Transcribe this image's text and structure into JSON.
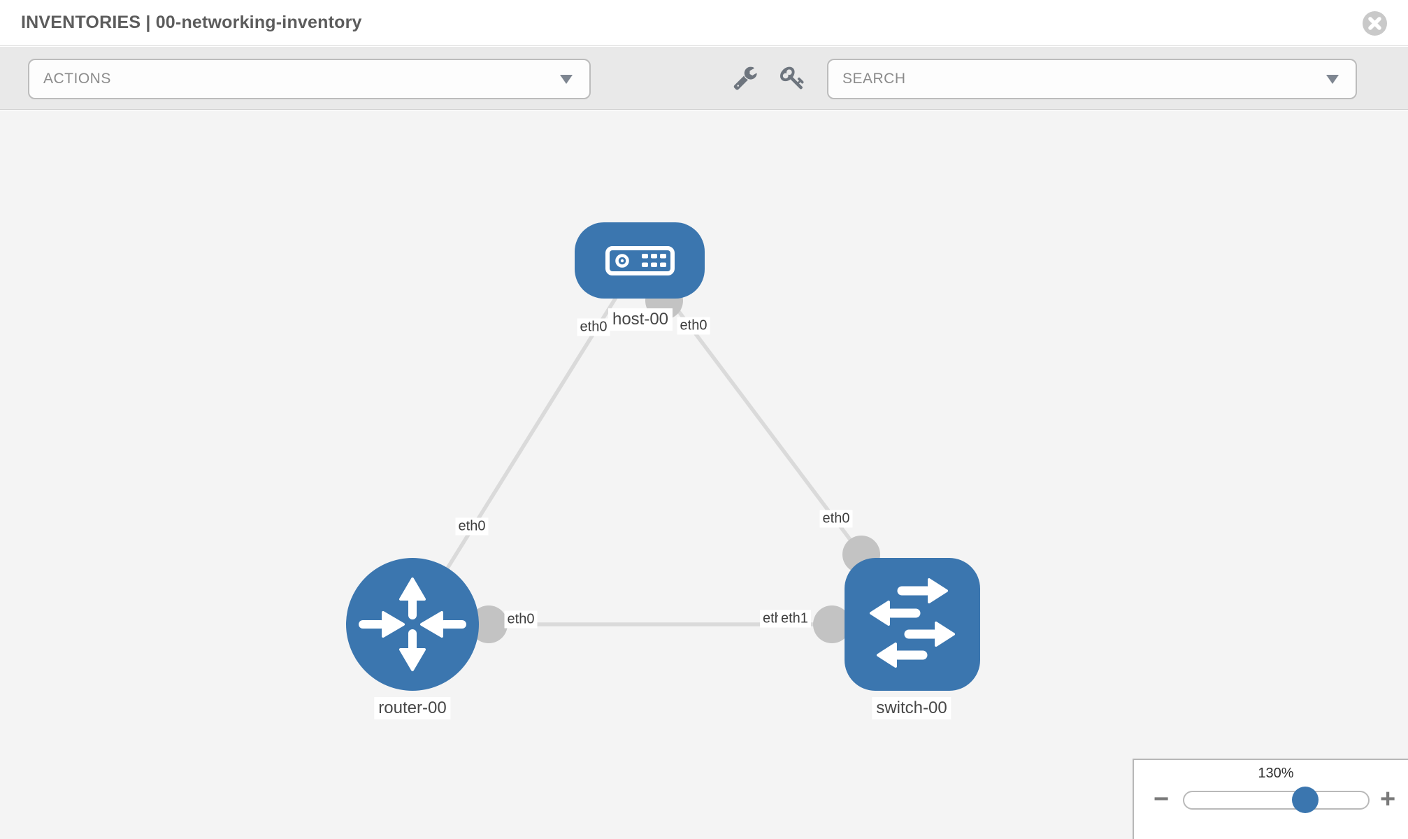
{
  "header": {
    "title": "INVENTORIES | 00-networking-inventory"
  },
  "toolbar": {
    "actions_label": "ACTIONS",
    "search_label": "SEARCH",
    "icons": [
      "wrench-icon",
      "key-icon"
    ]
  },
  "topology": {
    "nodes": [
      {
        "id": "host-00",
        "label": "host-00",
        "type": "host",
        "shape": "rounded-rect",
        "icon": "server-icon"
      },
      {
        "id": "router-00",
        "label": "router-00",
        "type": "router",
        "shape": "circle",
        "icon": "router-arrows-icon"
      },
      {
        "id": "switch-00",
        "label": "switch-00",
        "type": "switch",
        "shape": "rounded-square",
        "icon": "switch-arrows-icon"
      }
    ],
    "links": [
      {
        "from": "host-00",
        "from_interface": "eth0",
        "to": "router-00",
        "to_interface": "eth0"
      },
      {
        "from": "host-00",
        "from_interface": "eth0",
        "to": "switch-00",
        "to_interface": "eth0"
      },
      {
        "from": "router-00",
        "from_interface": "eth0",
        "to": "switch-00",
        "to_interface": "eth1"
      }
    ],
    "labels": {
      "host_left": "eth0",
      "host_right": "eth0",
      "link_left_mid": "eth0",
      "link_right_mid": "eth0",
      "link_horizontal_left": "eth0",
      "link_horizontal_right_back": "eth0",
      "link_horizontal_right": "eth1"
    },
    "colors": {
      "node_fill": "#3b76af",
      "link_stroke": "#dadada",
      "interface_fill": "#c3c3c3",
      "canvas_background": "#f4f4f4"
    }
  },
  "zoom_control": {
    "level": "130%",
    "value": 130,
    "minus": "−",
    "plus": "+",
    "thumb_color": "#3b76af"
  }
}
